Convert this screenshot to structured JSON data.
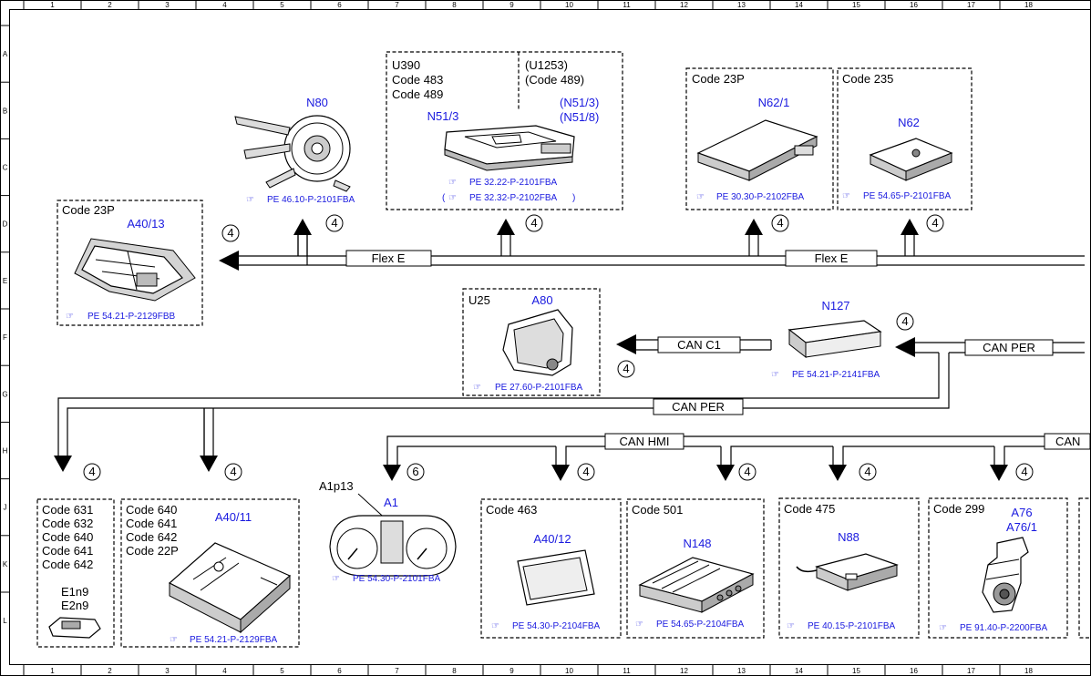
{
  "grid": {
    "cols": [
      "1",
      "2",
      "3",
      "4",
      "5",
      "6",
      "7",
      "8",
      "9",
      "10",
      "11",
      "12",
      "13",
      "14",
      "15",
      "16",
      "17",
      "18"
    ],
    "rows": [
      "A",
      "B",
      "C",
      "D",
      "E",
      "F",
      "G",
      "H",
      "J",
      "K",
      "L"
    ]
  },
  "buses": {
    "flex_e_1": "Flex E",
    "flex_e_2": "Flex E",
    "can_c1": "CAN C1",
    "can_per_1": "CAN PER",
    "can_per_2": "CAN PER",
    "can_hmi": "CAN HMI",
    "can_cut": "CAN"
  },
  "ref_glyph": "☞",
  "blocks": {
    "a40_13": {
      "codes": [
        "Code 23P"
      ],
      "id": "A40/13",
      "ref": "PE 54.21-P-2129FBB"
    },
    "n80": {
      "id": "N80",
      "ref": "PE 46.10-P-2101FBA"
    },
    "n51": {
      "codes": [
        "U390",
        "Code 483",
        "Code 489"
      ],
      "codes_alt": [
        "(U1253)",
        "(Code 489)"
      ],
      "id": "N51/3",
      "id_alt": [
        "(N51/3)",
        "(N51/8)"
      ],
      "ref": "PE 32.22-P-2101FBA",
      "ref2_open": "(",
      "ref2": "PE 32.32-P-2102FBA",
      "ref2_close": ")"
    },
    "n62_1": {
      "codes": [
        "Code 23P"
      ],
      "id": "N62/1",
      "ref": "PE 30.30-P-2102FBA"
    },
    "n62": {
      "codes": [
        "Code 235"
      ],
      "id": "N62",
      "ref": "PE 54.65-P-2101FBA"
    },
    "a80": {
      "codes": [
        "U25"
      ],
      "id": "A80",
      "ref": "PE 27.60-P-2101FBA"
    },
    "n127": {
      "id": "N127",
      "ref": "PE 54.21-P-2141FBA"
    },
    "e1n9": {
      "codes": [
        "Code 631",
        "Code 632",
        "Code 640",
        "Code 641",
        "Code 642"
      ],
      "ids": [
        "E1n9",
        "E2n9"
      ]
    },
    "a40_11": {
      "codes": [
        "Code 640",
        "Code 641",
        "Code 642",
        "Code 22P"
      ],
      "id": "A40/11",
      "ref": "PE 54.21-P-2129FBA"
    },
    "a1": {
      "sub": "A1p13",
      "id": "A1",
      "ref": "PE 54.30-P-2101FBA"
    },
    "a40_12": {
      "codes": [
        "Code 463"
      ],
      "id": "A40/12",
      "ref": "PE 54.30-P-2104FBA"
    },
    "n148": {
      "codes": [
        "Code 501"
      ],
      "id": "N148",
      "ref": "PE 54.65-P-2104FBA"
    },
    "n88": {
      "codes": [
        "Code 475"
      ],
      "id": "N88",
      "ref": "PE 40.15-P-2101FBA"
    },
    "a76": {
      "codes": [
        "Code 299"
      ],
      "ids": [
        "A76",
        "A76/1"
      ],
      "ref": "PE 91.40-P-2200FBA"
    }
  },
  "pins": {
    "p_a40_13": "4",
    "p_n80": "4",
    "p_n51": "4",
    "p_n62_1": "4",
    "p_n62": "4",
    "p_n127": "4",
    "p_a80": "4",
    "p_e1n9": "4",
    "p_a40_11": "4",
    "p_a1": "6",
    "p_a40_12": "4",
    "p_n148": "4",
    "p_n88": "4",
    "p_a76": "4"
  }
}
